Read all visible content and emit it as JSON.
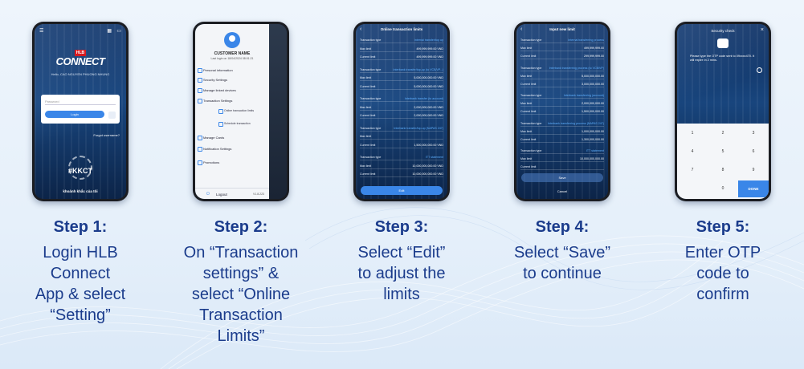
{
  "colors": {
    "heading": "#1b3c8c",
    "accent": "#3a86e8",
    "brand_red": "#d71920"
  },
  "steps": [
    {
      "title": "Step 1:",
      "lines": [
        "Login HLB",
        "Connect",
        "App & select",
        "“Setting”"
      ]
    },
    {
      "title": "Step 2:",
      "lines": [
        "On “Transaction",
        "settings” &",
        "select “Online",
        "Transaction",
        "Limits”"
      ]
    },
    {
      "title": "Step 3:",
      "lines": [
        "Select “Edit”",
        "to adjust the",
        "limits"
      ]
    },
    {
      "title": "Step 4:",
      "lines": [
        "Select “Save”",
        "to continue"
      ]
    },
    {
      "title": "Step 5:",
      "lines": [
        "Enter OTP",
        "code to",
        "confirm"
      ]
    }
  ],
  "phone1": {
    "brand": "HLB",
    "app_name": "CONNECT",
    "greeting": "Hello, CAO NGUYEN PHUONG NHUNG",
    "password_placeholder": "Password",
    "login_label": "Login",
    "forgot_label": "Forgot username?",
    "hashtag": "#KKCT",
    "slogan": "khoảnh khắc của tôi",
    "icons": [
      "menu-icon",
      "qr-icon",
      "card-icon",
      "fingerprint-icon"
    ]
  },
  "phone2": {
    "customer_name": "CUSTOMER NAME",
    "last_login": "Last login on 18/04/2024 08:01:21",
    "menu": [
      "Personal information",
      "Security Settings",
      "Manage linked devices",
      "Transaction Settings"
    ],
    "submenu": [
      "Online transaction limits",
      "Schedule transaction"
    ],
    "menu_more": [
      "Manage Cards",
      "Notification Settings",
      "Promotions"
    ],
    "logout_label": "Logout",
    "version": "V1.8.223"
  },
  "phone3": {
    "header": "Online transaction limits",
    "groups": [
      {
        "type": "Internal transfer/top up",
        "max": "499,999,999.00 VND",
        "current": "499,999,999.00 VND"
      },
      {
        "type": "Interbank transfer/top-up (to VCB/VP...)",
        "max": "5,000,000,000.00 VND",
        "current": "5,000,000,000.00 VND"
      },
      {
        "type": "Interbank transfer (to account)",
        "max": "2,000,000,000.00 VND",
        "current": "2,000,000,000.00 VND"
      },
      {
        "type": "Interbank transfer/top-up (NAPAS 247)",
        "max": "",
        "current": "1,500,000,000.00 VND"
      },
      {
        "type": "ITT statement",
        "max": "10,000,000,000.00 VND",
        "current": "10,000,000,000.00 VND"
      }
    ],
    "row_labels": {
      "type": "Transaction type",
      "max": "Max limit",
      "current": "Current limit"
    },
    "edit_label": "Edit"
  },
  "phone4": {
    "header": "Input new limit",
    "groups": [
      {
        "type": "Internal transferring process",
        "max": "499,999,999.00",
        "current": "299,999,999.00"
      },
      {
        "type": "Interbank transferring process (to VCB/VP)",
        "max": "5,000,000,000.00",
        "current": "3,000,000,000.00"
      },
      {
        "type": "Interbank transferring (account)",
        "max": "2,000,000,000.00",
        "current": "1,500,000,000.00"
      },
      {
        "type": "Interbank transferring process (NAPAS 247)",
        "max": "1,000,000,000.00",
        "current": "1,300,000,000.00"
      },
      {
        "type": "ITT statement",
        "max": "10,000,000,000.00",
        "current": ""
      }
    ],
    "row_labels": {
      "type": "Transaction type",
      "max": "Max limit",
      "current": "Current limit"
    },
    "save_label": "Save",
    "cancel_label": "Cancel"
  },
  "phone5": {
    "title": "Security check",
    "message": "Please type the OTP code sent to 09xxxx470. It will expire in 2 mins.",
    "keys": [
      "1",
      "2",
      "3",
      "4",
      "5",
      "6",
      "7",
      "8",
      "9",
      "0"
    ],
    "done_label": "DONE"
  }
}
